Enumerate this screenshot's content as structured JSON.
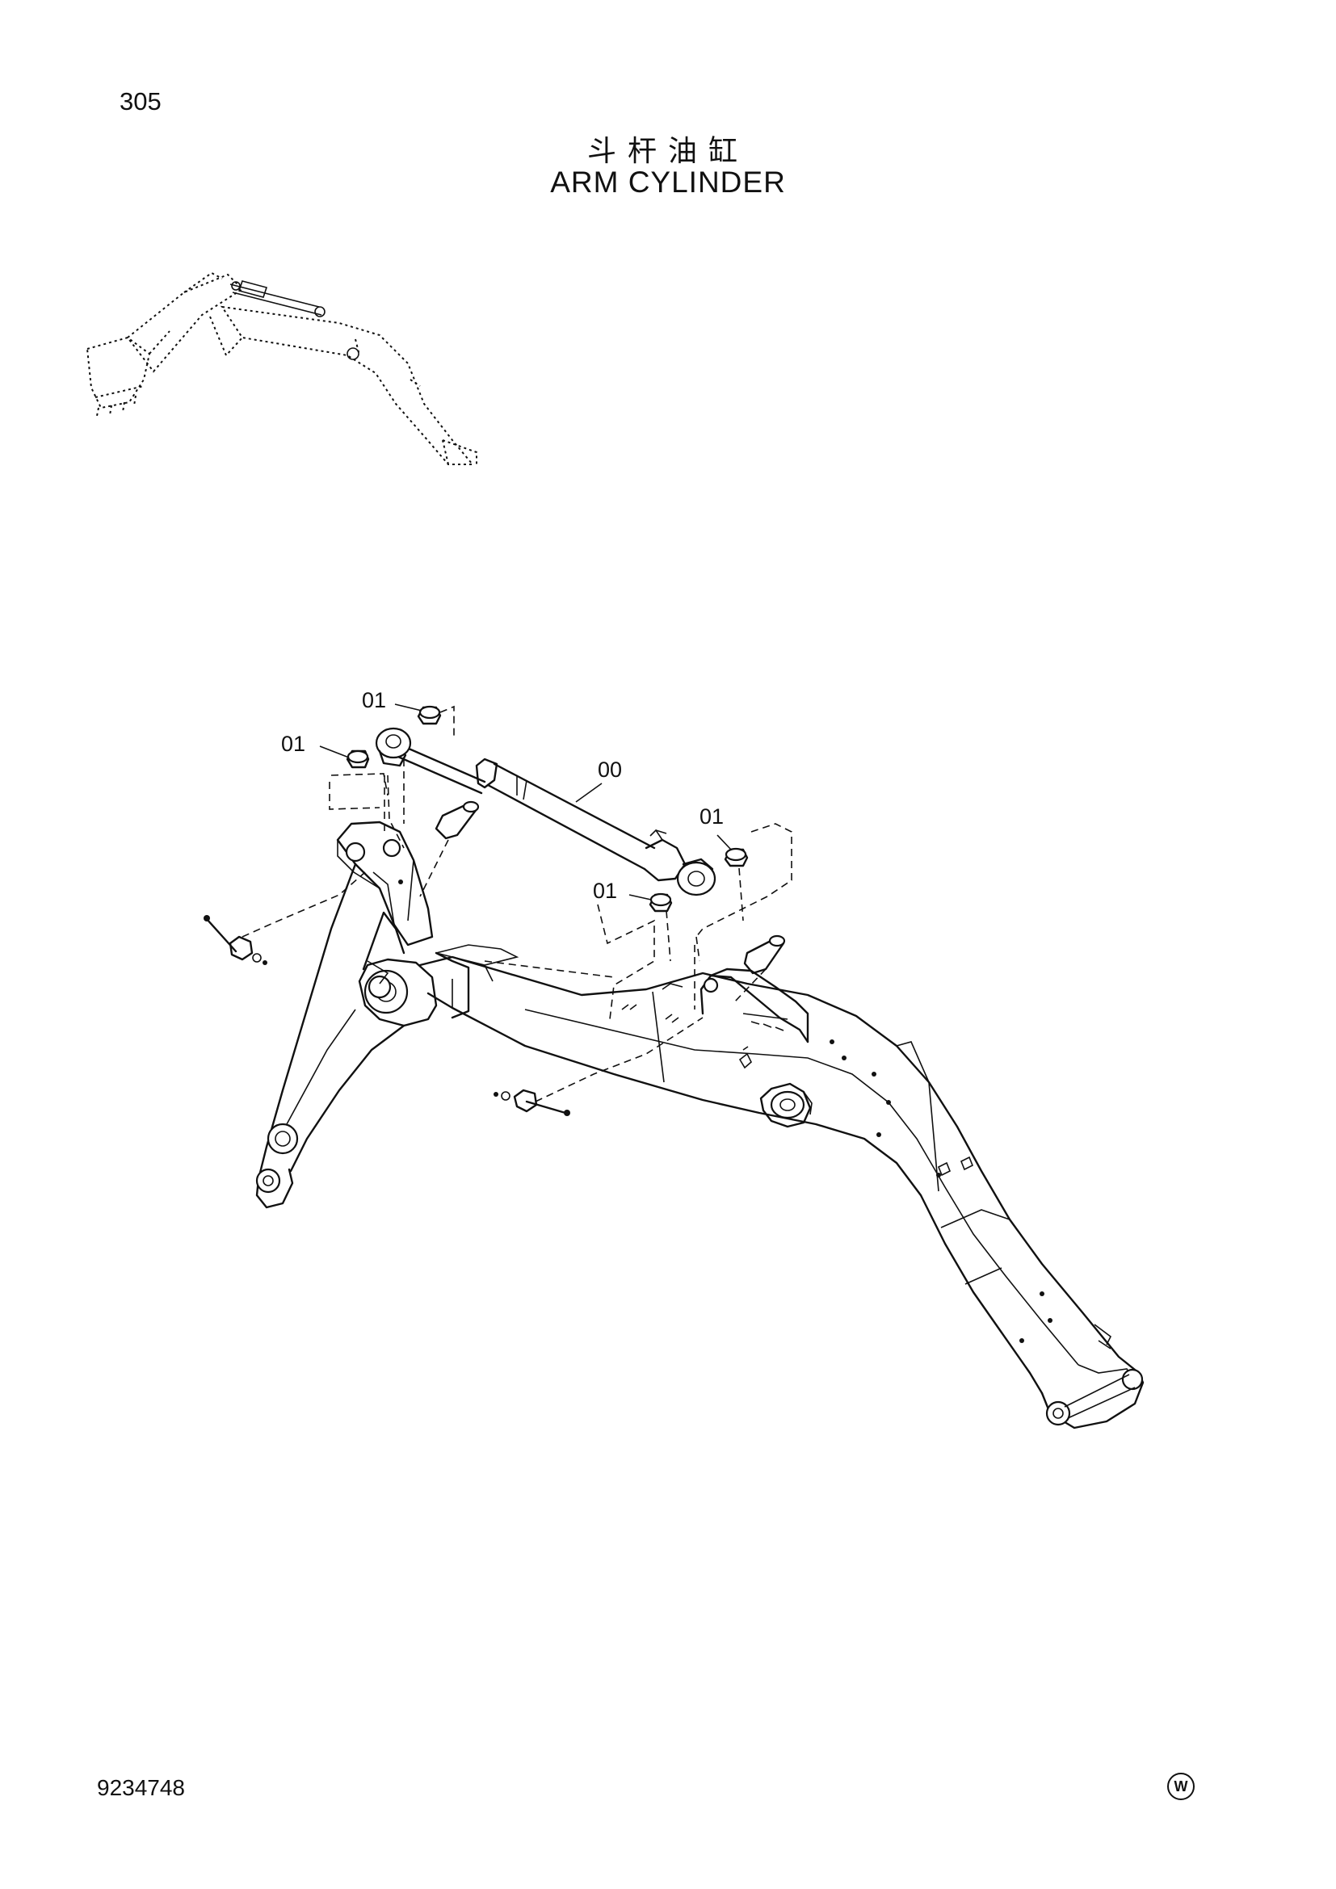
{
  "header": {
    "page_number": "305",
    "title_cn": "斗杆油缸",
    "title_en": "ARM CYLINDER"
  },
  "callouts": [
    {
      "id": "c1",
      "label": "01"
    },
    {
      "id": "c2",
      "label": "01"
    },
    {
      "id": "c3",
      "label": "00"
    },
    {
      "id": "c4",
      "label": "01"
    },
    {
      "id": "c5",
      "label": "01"
    }
  ],
  "footer": {
    "doc_code": "9234748",
    "mark": "W"
  }
}
